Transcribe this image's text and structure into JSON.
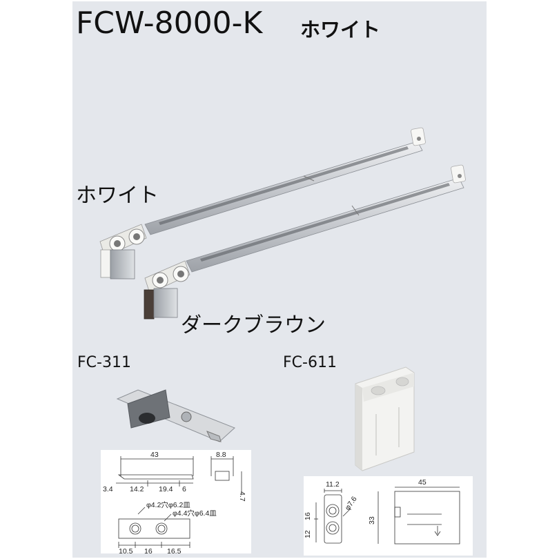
{
  "header": {
    "model": "FCW-8000-K",
    "color": "ホワイト"
  },
  "product": {
    "label_white": "ホワイト",
    "label_brown": "ダークブラウン"
  },
  "parts": {
    "fc311": {
      "name": "FC-311",
      "dims": {
        "total": "43",
        "a": "3.4",
        "b": "14.2",
        "c": "19.4",
        "d": "6",
        "side_w": "8.8",
        "side_h": "4.7",
        "hole1": "φ4.2穴φ6.2皿",
        "hole2": "φ4.4穴φ6.4皿",
        "e": "10.5",
        "f": "16",
        "g": "16.5"
      }
    },
    "fc611": {
      "name": "FC-611",
      "dims": {
        "w1": "11.2",
        "h_total": "33",
        "h_upper": "16",
        "h_lower": "12",
        "hole": "φ7.6",
        "w2": "45"
      }
    }
  },
  "colors": {
    "panel": "#e4e7ec",
    "steel": "#c9ccd1",
    "white_part": "#f4f4f2",
    "brown_part": "#4a3f38"
  }
}
